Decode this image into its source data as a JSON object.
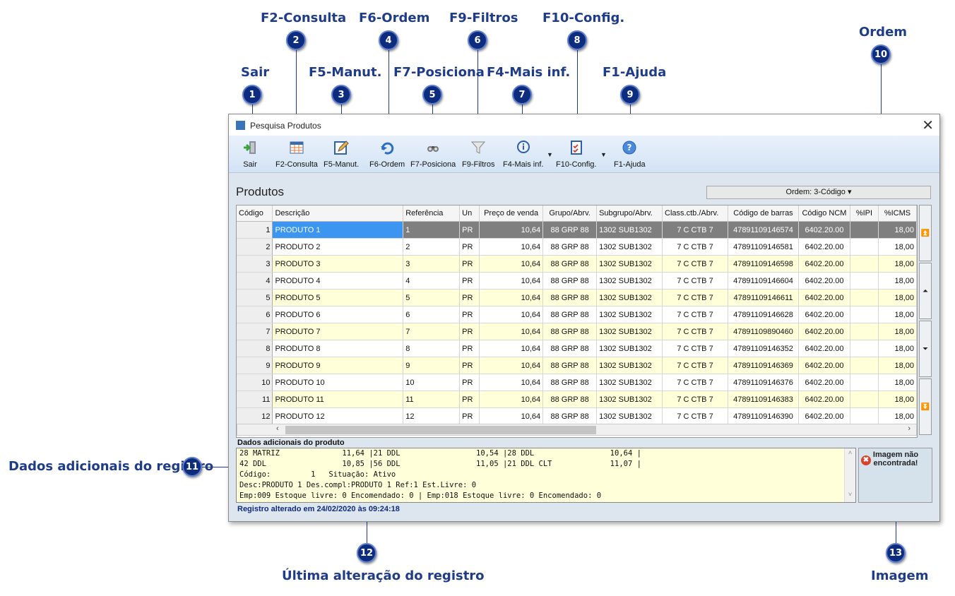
{
  "callouts": {
    "c1": {
      "num": "1",
      "label": "Sair"
    },
    "c2": {
      "num": "2",
      "label": "F2-Consulta"
    },
    "c3": {
      "num": "3",
      "label": "F5-Manut."
    },
    "c4": {
      "num": "4",
      "label": "F6-Ordem"
    },
    "c5": {
      "num": "5",
      "label": "F7-Posiciona"
    },
    "c6": {
      "num": "6",
      "label": "F9-Filtros"
    },
    "c7": {
      "num": "7",
      "label": "F4-Mais inf."
    },
    "c8": {
      "num": "8",
      "label": "F10-Config."
    },
    "c9": {
      "num": "9",
      "label": "F1-Ajuda"
    },
    "c10": {
      "num": "10",
      "label": "Ordem"
    },
    "c11": {
      "num": "11",
      "label": "Dados adicionais do registro"
    },
    "c12": {
      "num": "12",
      "label": "Última alteração do registro"
    },
    "c13": {
      "num": "13",
      "label": "Imagem"
    }
  },
  "window": {
    "title": "Pesquisa Produtos",
    "close": "✕"
  },
  "toolbar": {
    "sair": "Sair",
    "consulta": "F2-Consulta",
    "manut": "F5-Manut.",
    "ordem": "F6-Ordem",
    "posiciona": "F7-Posiciona",
    "filtros": "F9-Filtros",
    "mais_inf": "F4-Mais inf.",
    "config": "F10-Config.",
    "ajuda": "F1-Ajuda",
    "dropdown_arrow": "▼"
  },
  "section_title": "Produtos",
  "order_select": "Ordem: 3-Código  ▾",
  "grid": {
    "columns": [
      "Código",
      "Descrição",
      "Referência",
      "Un",
      "Preço de venda",
      "Grupo/Abrv.",
      "Subgrupo/Abrv.",
      "Class.ctb./Abrv.",
      "Código de barras",
      "Código NCM",
      "%IPI",
      "%ICMS"
    ],
    "rows": [
      [
        "1",
        "PRODUTO 1",
        "1",
        "PR",
        "10,64",
        "88 GRP 88",
        "1302 SUB1302",
        "7 C CTB 7",
        "47891109146574",
        "6402.20.00",
        "",
        "18,00"
      ],
      [
        "2",
        "PRODUTO 2",
        "2",
        "PR",
        "10,64",
        "88 GRP 88",
        "1302 SUB1302",
        "7 C CTB 7",
        "47891109146581",
        "6402.20.00",
        "",
        "18,00"
      ],
      [
        "3",
        "PRODUTO 3",
        "3",
        "PR",
        "10,64",
        "88 GRP 88",
        "1302 SUB1302",
        "7 C CTB 7",
        "47891109146598",
        "6402.20.00",
        "",
        "18,00"
      ],
      [
        "4",
        "PRODUTO 4",
        "4",
        "PR",
        "10,64",
        "88 GRP 88",
        "1302 SUB1302",
        "7 C CTB 7",
        "47891109146604",
        "6402.20.00",
        "",
        "18,00"
      ],
      [
        "5",
        "PRODUTO 5",
        "5",
        "PR",
        "10,64",
        "88 GRP 88",
        "1302 SUB1302",
        "7 C CTB 7",
        "47891109146611",
        "6402.20.00",
        "",
        "18,00"
      ],
      [
        "6",
        "PRODUTO 6",
        "6",
        "PR",
        "10,64",
        "88 GRP 88",
        "1302 SUB1302",
        "7 C CTB 7",
        "47891109146628",
        "6402.20.00",
        "",
        "18,00"
      ],
      [
        "7",
        "PRODUTO 7",
        "7",
        "PR",
        "10,64",
        "88 GRP 88",
        "1302 SUB1302",
        "7 C CTB 7",
        "47891109890460",
        "6402.20.00",
        "",
        "18,00"
      ],
      [
        "8",
        "PRODUTO 8",
        "8",
        "PR",
        "10,64",
        "88 GRP 88",
        "1302 SUB1302",
        "7 C CTB 7",
        "47891109146352",
        "6402.20.00",
        "",
        "18,00"
      ],
      [
        "9",
        "PRODUTO 9",
        "9",
        "PR",
        "10,64",
        "88 GRP 88",
        "1302 SUB1302",
        "7 C CTB 7",
        "47891109146369",
        "6402.20.00",
        "",
        "18,00"
      ],
      [
        "10",
        "PRODUTO 10",
        "10",
        "PR",
        "10,64",
        "88 GRP 88",
        "1302 SUB1302",
        "7 C CTB 7",
        "47891109146376",
        "6402.20.00",
        "",
        "18,00"
      ],
      [
        "11",
        "PRODUTO 11",
        "11",
        "PR",
        "10,64",
        "88 GRP 88",
        "1302 SUB1302",
        "7 C CTB 7",
        "47891109146383",
        "6402.20.00",
        "",
        "18,00"
      ],
      [
        "12",
        "PRODUTO 12",
        "12",
        "PR",
        "10,64",
        "88 GRP 88",
        "1302 SUB1302",
        "7 C CTB 7",
        "47891109146390",
        "6402.20.00",
        "",
        "18,00"
      ]
    ]
  },
  "nav": {
    "first": "⏫",
    "prev": "⏶",
    "next": "⏷",
    "last": "⏬"
  },
  "scroll": {
    "left": "‹",
    "right": "›",
    "up": "˄",
    "down": "˅"
  },
  "extra": {
    "title": "Dados adicionais do produto",
    "lines": [
      "28 MATRIZ              11,64 |21 DDL                 10,54 |28 DDL                 10,64 |",
      "42 DDL                 10,85 |56 DDL                 11,05 |21 DDL CLT             11,07 |",
      "Código:         1   Situação: Ativo",
      "Desc:PRODUTO 1 Des.compl:PRODUTO 1 Ref:1 Est.Livre: 0",
      "Emp:009 Estoque livre: 0 Encomendado: 0 | Emp:018 Estoque livre: 0 Encomendado: 0"
    ]
  },
  "image_box": {
    "message": "Imagem não encontrada!",
    "err": "✖"
  },
  "status": "Registro alterado em 24/02/2020 às 09:24:18"
}
